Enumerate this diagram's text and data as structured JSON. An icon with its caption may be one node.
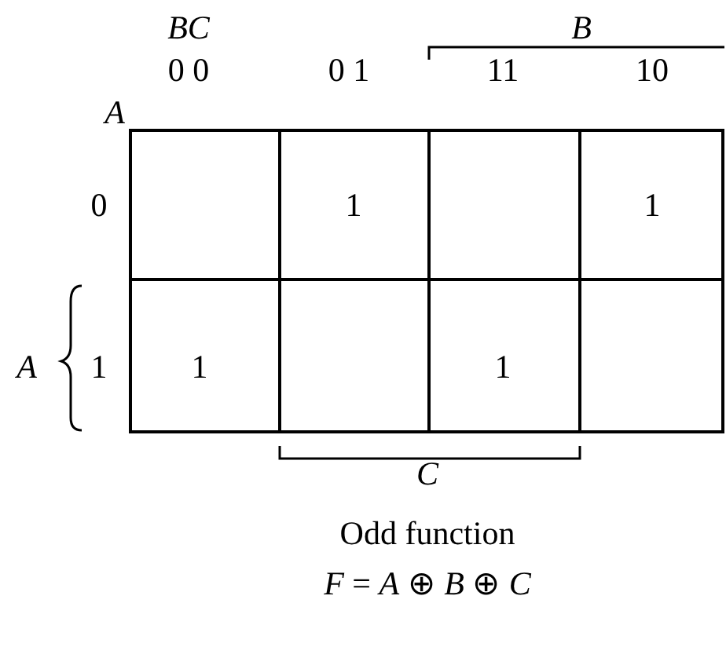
{
  "diagram": {
    "caption": "Odd function",
    "labels": [
      "BC",
      "B",
      "0 0",
      "0 1",
      "11",
      "10",
      "A",
      "0",
      "1",
      "1",
      "A",
      "1",
      "1",
      "1",
      "C",
      "*F* = *A* ⊕ *B* ⊕ *C*"
    ]
  }
}
